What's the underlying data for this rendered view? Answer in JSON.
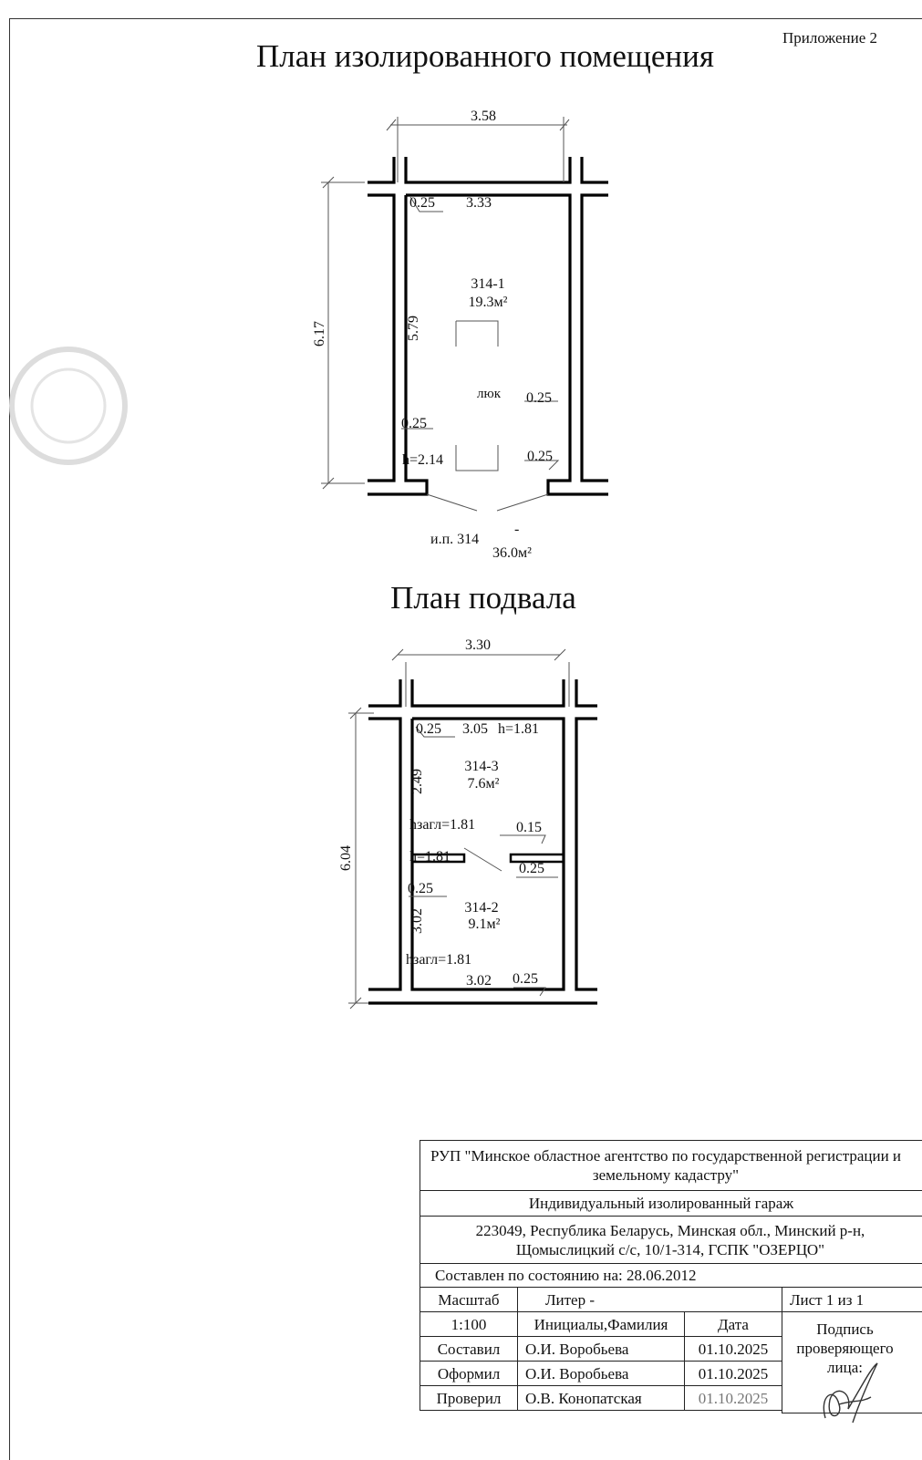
{
  "header": {
    "annex": "Приложение 2",
    "title_main": "План изолированного помещения",
    "title_basement": "План подвала"
  },
  "plan_main": {
    "outer_width": "3.58",
    "outer_length": "6.17",
    "inner_width": "3.33",
    "inner_length": "5.79",
    "wall_top": "0.25",
    "wall_right": "0.25",
    "wall_left": "0.25",
    "wall_bottom_right": "0.25",
    "height": "h=2.14",
    "room_id": "314-1",
    "room_area": "19.3м²",
    "hatch": "люк",
    "premise_label": "и.п. 314",
    "premise_dash": "-",
    "premise_area": "36.0м²"
  },
  "plan_basement": {
    "outer_width": "3.30",
    "outer_length": "6.04",
    "wall_top": "0.25",
    "top_inner_width": "3.05",
    "top_height": "h=1.81",
    "room3_length": "2.49",
    "room3_id": "314-3",
    "room3_area": "7.6м²",
    "depth_mid": "hзагл=1.81",
    "partition": "0.15",
    "mid_height": "h=1.81",
    "wall_right": "0.25",
    "wall_left": "0.25",
    "room2_length": "3.02",
    "room2_id": "314-2",
    "room2_area": "9.1м²",
    "depth_bottom": "hзагл=1.81",
    "bottom_inner_width": "3.02",
    "wall_bottom": "0.25"
  },
  "title_block": {
    "organization": "РУП \"Минское областное агентство по государственной регистрации и земельному кадастру\"",
    "object": "Индивидуальный изолированный гараж",
    "address": "223049, Республика Беларусь, Минская обл., Минский р-н, Щомыслицкий с/с, 10/1-314, ГСПК \"ОЗЕРЦО\"",
    "state_date": "Составлен по состоянию на: 28.06.2012",
    "scale_label": "Масштаб",
    "liter": "Литер  -",
    "sheet": "Лист 1 из 1",
    "scale_value": "1:100",
    "col_name": "Инициалы,Фамилия",
    "col_date": "Дата",
    "signature_label": "Подпись проверяющего лица:",
    "rows": [
      {
        "role": "Составил",
        "name": "О.И. Воробьева",
        "date": "01.10.2025"
      },
      {
        "role": "Оформил",
        "name": "О.И. Воробьева",
        "date": "01.10.2025"
      },
      {
        "role": "Проверил",
        "name": "О.В. Конопатская",
        "date": "01.10.2025"
      }
    ]
  }
}
